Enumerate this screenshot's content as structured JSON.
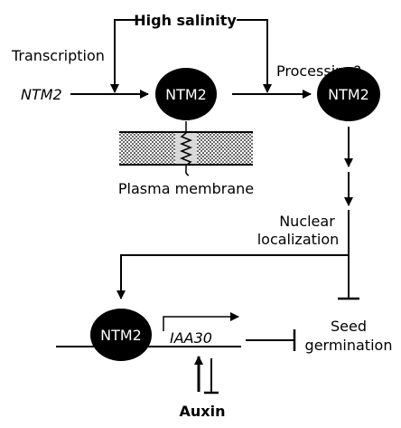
{
  "labels": {
    "high_salinity": "High salinity",
    "transcription": "Transcription",
    "processing": "Processing?",
    "gene_ntm2": "NTM2",
    "protein_membrane": "NTM2",
    "protein_released": "NTM2",
    "protein_nucleus": "NTM2",
    "plasma_membrane": "Plasma membrane",
    "nuclear_line1": "Nuclear",
    "nuclear_line2": "localization",
    "target_gene": "IAA30",
    "seed_line1": "Seed",
    "seed_line2": "germination",
    "auxin": "Auxin"
  },
  "colors": {
    "ink": "#000000",
    "node_fill": "#000000",
    "node_text": "#ffffff",
    "membrane_gray": "#d9d9d9"
  }
}
